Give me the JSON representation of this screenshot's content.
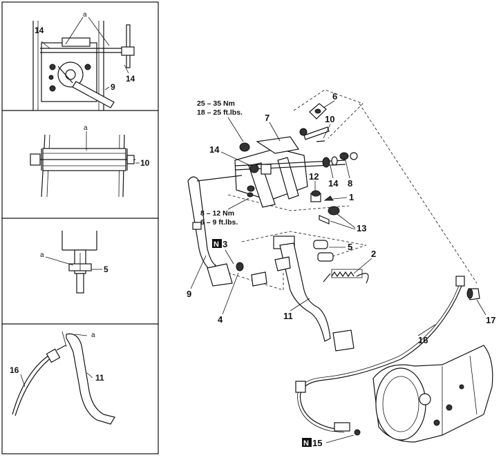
{
  "panels": {
    "panel1": {
      "letter": "a",
      "labels": [
        "14",
        "14",
        "9"
      ]
    },
    "panel2": {
      "letter": "a",
      "labels": [
        "10"
      ]
    },
    "panel3": {
      "letter": "a",
      "labels": [
        "5"
      ]
    },
    "panel4": {
      "letter": "a",
      "labels": [
        "16",
        "11"
      ]
    }
  },
  "torque": {
    "upper": {
      "nm": "25 – 35 Nm",
      "ftlbs": "18 – 25 ft.lbs."
    },
    "lower": {
      "nm": "8 – 12 Nm",
      "ftlbs": "6 – 9 ft.lbs."
    }
  },
  "callouts": {
    "c1": "1",
    "c2": "2",
    "c3": "3",
    "c4": "4",
    "c5": "5",
    "c6": "6",
    "c7": "7",
    "c8": "8",
    "c9": "9",
    "c10": "10",
    "c11": "11",
    "c12": "12",
    "c13": "13",
    "c14a": "14",
    "c14b": "14",
    "c15": "15",
    "c16": "16",
    "c17": "17"
  },
  "new_part_badge": "N"
}
